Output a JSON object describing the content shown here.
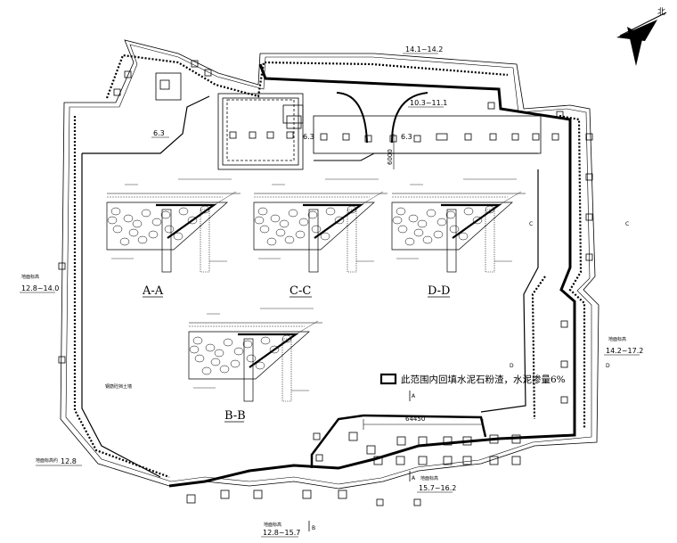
{
  "drawing": {
    "elevations": {
      "top_center": "14.1~14.2",
      "upper_mid": "10.3~11.1",
      "left_upper": "6.3",
      "center_a": "6.3",
      "center_b": "6.3",
      "left_mid": "12.8~14.0",
      "right_mid": "14.2~17.2",
      "bottom_right": "15.7~16.2",
      "bottom_center": "12.8~15.7",
      "bottom_left": "12.8"
    },
    "elevation_captions": {
      "left_mid": "地面标高",
      "right_mid": "地面标高",
      "bottom_right": "地面标高",
      "bottom_center": "地面标高",
      "bottom_left": "地面标高约"
    },
    "section_titles": [
      "A-A",
      "C-C",
      "D-D",
      "B-B"
    ],
    "dimensions": {
      "bottom_width": "64450",
      "vertical": "6000"
    },
    "legend": {
      "text": "此范围内回填水泥石粉渣，水泥掺量6%"
    },
    "section_markers": [
      "A",
      "A",
      "B",
      "C",
      "D",
      "D",
      "C"
    ],
    "note_left": "钢筋砼挡土墙",
    "north_label": "北"
  }
}
